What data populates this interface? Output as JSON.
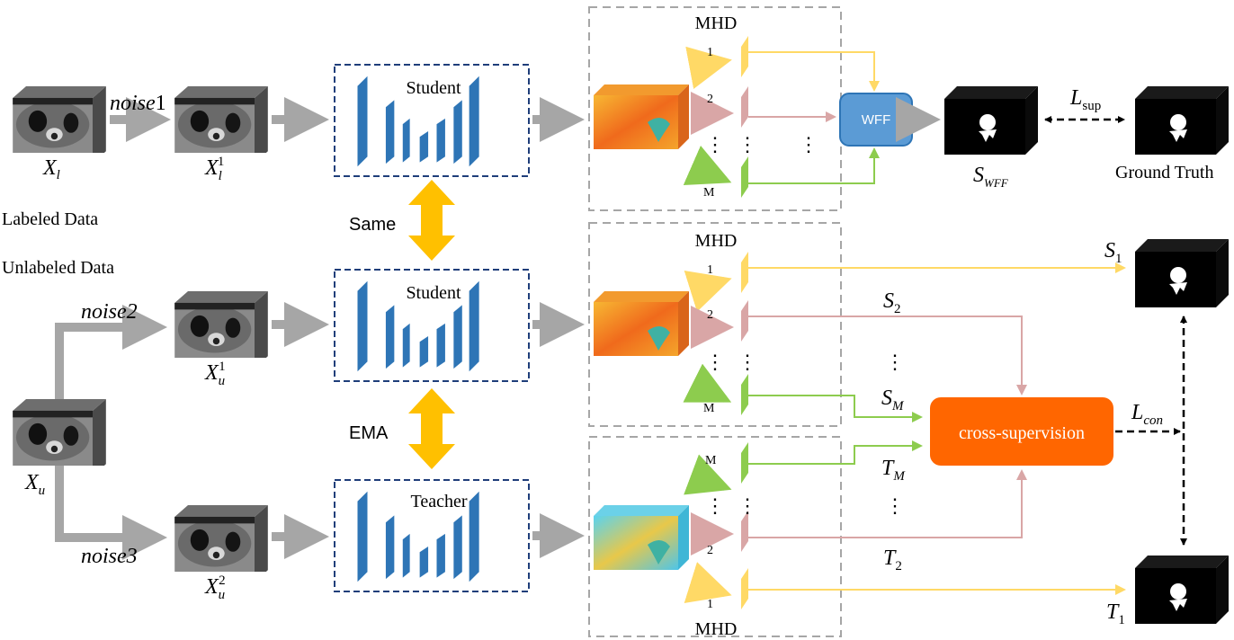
{
  "inputs": {
    "x_l": {
      "base": "X",
      "sub": "l",
      "sup": ""
    },
    "x_l1": {
      "base": "X",
      "sub": "l",
      "sup": "1"
    },
    "x_u": {
      "base": "X",
      "sub": "u",
      "sup": ""
    },
    "x_u1": {
      "base": "X",
      "sub": "u",
      "sup": "1"
    },
    "x_u2": {
      "base": "X",
      "sub": "u",
      "sup": "2"
    }
  },
  "noise": {
    "n1_italic": "noise",
    "n1_plain": "1",
    "n2": "noise2",
    "n3": "noise3"
  },
  "section_labels": {
    "labeled": "Labeled Data",
    "unlabeled": "Unlabeled Data"
  },
  "networks": {
    "student_top": "Student",
    "student_mid": "Student",
    "teacher": "Teacher"
  },
  "relations": {
    "same": "Same",
    "ema": "EMA"
  },
  "mhd": {
    "label_top": "MHD",
    "label_mid": "MHD",
    "label_bottom": "MHD",
    "head_1": "1",
    "head_2": "2",
    "head_m": "M",
    "dots": "⋮",
    "dots2": "⋮",
    "dots3": "⋮"
  },
  "modules": {
    "wff": "WFF",
    "cross": "cross-supervision"
  },
  "outputs": {
    "s_wff": {
      "base": "S",
      "sub": "WFF"
    },
    "ground_truth": "Ground Truth",
    "s1": {
      "base": "S",
      "sub": "1"
    },
    "s2": {
      "base": "S",
      "sub": "2"
    },
    "sm": {
      "base": "S",
      "sub": "M"
    },
    "tm": {
      "base": "T",
      "sub": "M"
    },
    "t2": {
      "base": "T",
      "sub": "2"
    },
    "t1": {
      "base": "T",
      "sub": "1"
    }
  },
  "losses": {
    "sup": {
      "base": "L",
      "sub": "sup"
    },
    "con": {
      "base": "L",
      "sub": "con"
    }
  },
  "colors": {
    "arrow_gray": "#a6a6a6",
    "dash_blue": "#1f3e7a",
    "net_blue": "#2e75b6",
    "yellow": "#ffd966",
    "pink": "#d9a6a6",
    "green": "#8dcc4e",
    "wff_fill": "#5b9bd5",
    "cross_fill": "#ff6600",
    "gold_arrow": "#ffc000"
  }
}
